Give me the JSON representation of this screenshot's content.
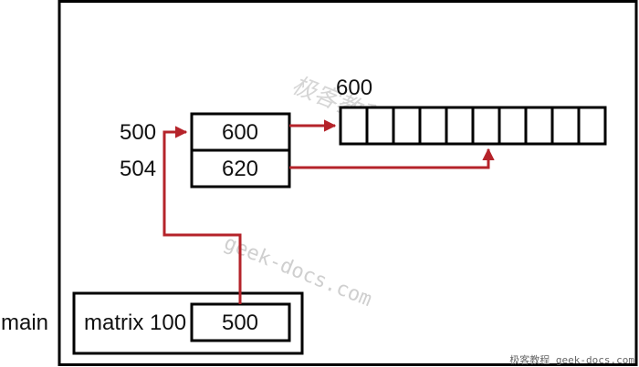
{
  "diagram": {
    "labels": {
      "main": "main",
      "matrix": "matrix 100",
      "matrix_value": "500",
      "addr_500": "500",
      "addr_504": "504",
      "cell_top": "600",
      "cell_bottom": "620",
      "array_addr": "600"
    },
    "array_cells": 10,
    "colors": {
      "arrow": "#b5232a",
      "stroke": "#000000"
    }
  },
  "watermark": {
    "cjk": "极客教程",
    "url": "geek-docs.com",
    "footer": "极客教程 geek-docs.com"
  }
}
